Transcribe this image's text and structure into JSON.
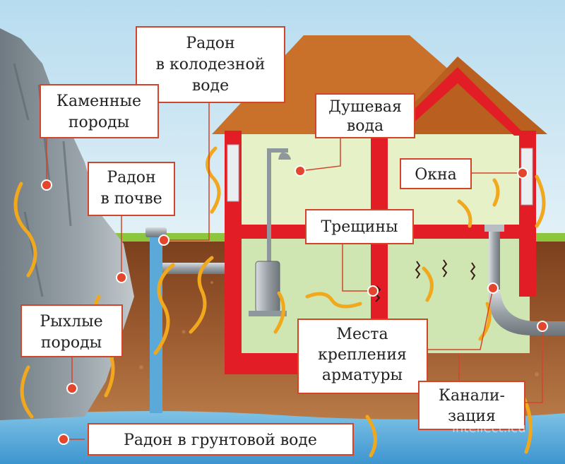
{
  "labels": {
    "well_water": [
      "Радон",
      "в колодезной",
      "воде"
    ],
    "rock": [
      "Каменные",
      "породы"
    ],
    "shower": [
      "Душевая",
      "вода"
    ],
    "soil": [
      "Радон",
      "в почве"
    ],
    "windows": [
      "Окна"
    ],
    "cracks": [
      "Трещины"
    ],
    "loose_rock": [
      "Рыхлые",
      "породы"
    ],
    "fittings": [
      "Места",
      "крепления",
      "арматуры"
    ],
    "sewer": [
      "Канали-",
      "зация"
    ],
    "groundwater": [
      "Радон в грунтовой воде"
    ]
  },
  "watermark": "intellect.icu",
  "colors": {
    "label_border": "#d2452b",
    "wall": "#e21d25",
    "roof": "#c9702a",
    "arrow": "#f2a81d",
    "marker": "#e3462c"
  }
}
